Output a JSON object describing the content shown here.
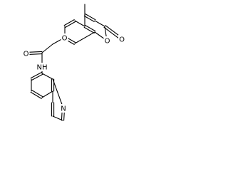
{
  "molecule": {
    "atoms": {
      "carbonyl_O": "O",
      "amide_N": "NH",
      "ether_O": "O",
      "ring_O": "O",
      "lactone_O": "O",
      "quinoline_N": "N"
    }
  }
}
